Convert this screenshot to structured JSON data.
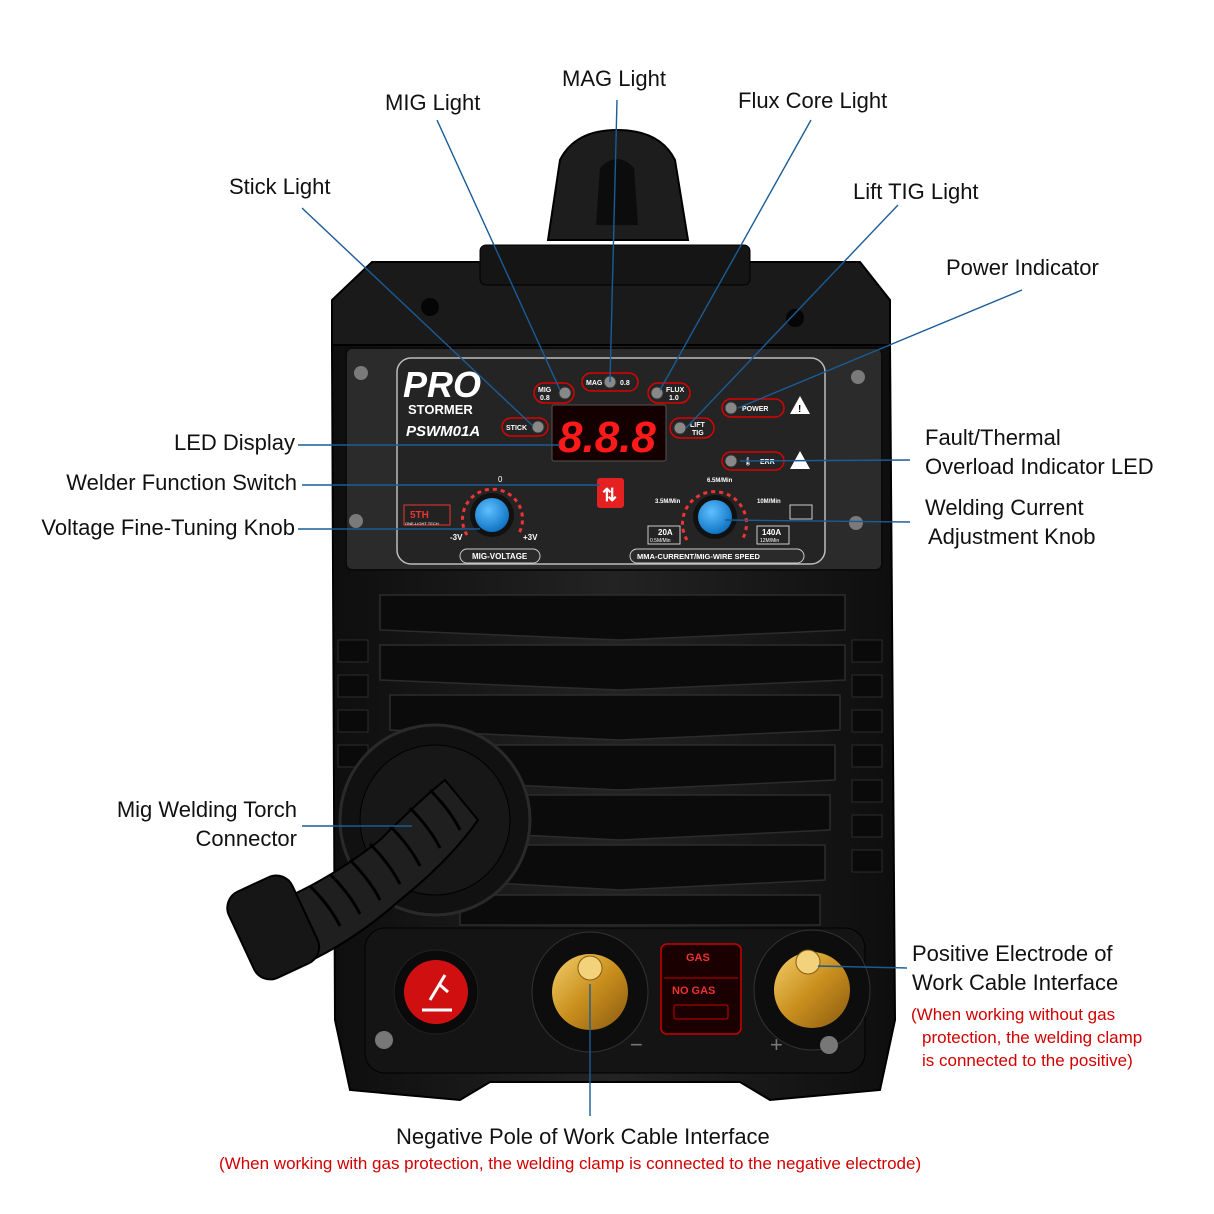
{
  "colors": {
    "callout_line": "#1a5c96",
    "note_text": "#d20000",
    "body": "#1b1b1b",
    "panel": "#262626",
    "knob": "#1e8fe0",
    "led": "#e10000",
    "brass": "#c98f1e"
  },
  "labels": {
    "mag_light": "MAG Light",
    "mig_light": "MIG Light",
    "flux_core_light": "Flux Core Light",
    "stick_light": "Stick Light",
    "lift_tig_light": "Lift TIG Light",
    "power_indicator": "Power Indicator",
    "led_display": "LED Display",
    "welder_function_switch": "Welder Function Switch",
    "voltage_knob": "Voltage Fine-Tuning Knob",
    "fault_line1": "Fault/Thermal",
    "fault_line2": "Overload Indicator LED",
    "current_knob_line1": "Welding Current",
    "current_knob_line2": "Adjustment Knob",
    "torch_line1": "Mig Welding Torch",
    "torch_line2": "Connector",
    "positive_line1": "Positive Electrode of",
    "positive_line2": "Work Cable Interface",
    "negative": "Negative Pole of Work Cable Interface"
  },
  "notes": {
    "positive_note_1": "(When working without gas",
    "positive_note_2": "protection, the welding clamp",
    "positive_note_3": "is connected to the positive)",
    "negative_note": "(When working with gas protection, the welding clamp is connected to the negative electrode)"
  },
  "panel": {
    "brand_top": "PRO",
    "brand_bottom": "STORMER",
    "model": "PSWM01A",
    "badge": "5TH",
    "badge_sub": "ONE-LIGHT TECH",
    "mig_led": "MIG\n0.8",
    "mag_led": "MAG",
    "mag_size": "0.8",
    "flux_led": "FLUX\n1.0",
    "stick_led": "STICK",
    "lift_tig_led": "LIFT\nTIG",
    "power_led": "POWER",
    "err_led": "ERR",
    "display_value": "8.8.8",
    "voltage_zero": "0",
    "voltage_min": "-3V",
    "voltage_max": "+3V",
    "voltage_caption": "MIG-VOLTAGE",
    "speed_low": "3.5M/Min",
    "speed_mid": "6.5M/Min",
    "speed_high": "10M/Min",
    "current_min": "20A",
    "current_min_speed": "0.5M/Min",
    "current_max": "140A",
    "current_max_speed": "12M/Min",
    "current_caption": "MMA-CURRENT/MIG-WIRE SPEED",
    "gas": "GAS",
    "no_gas": "NO GAS",
    "minus": "−",
    "plus": "+"
  }
}
